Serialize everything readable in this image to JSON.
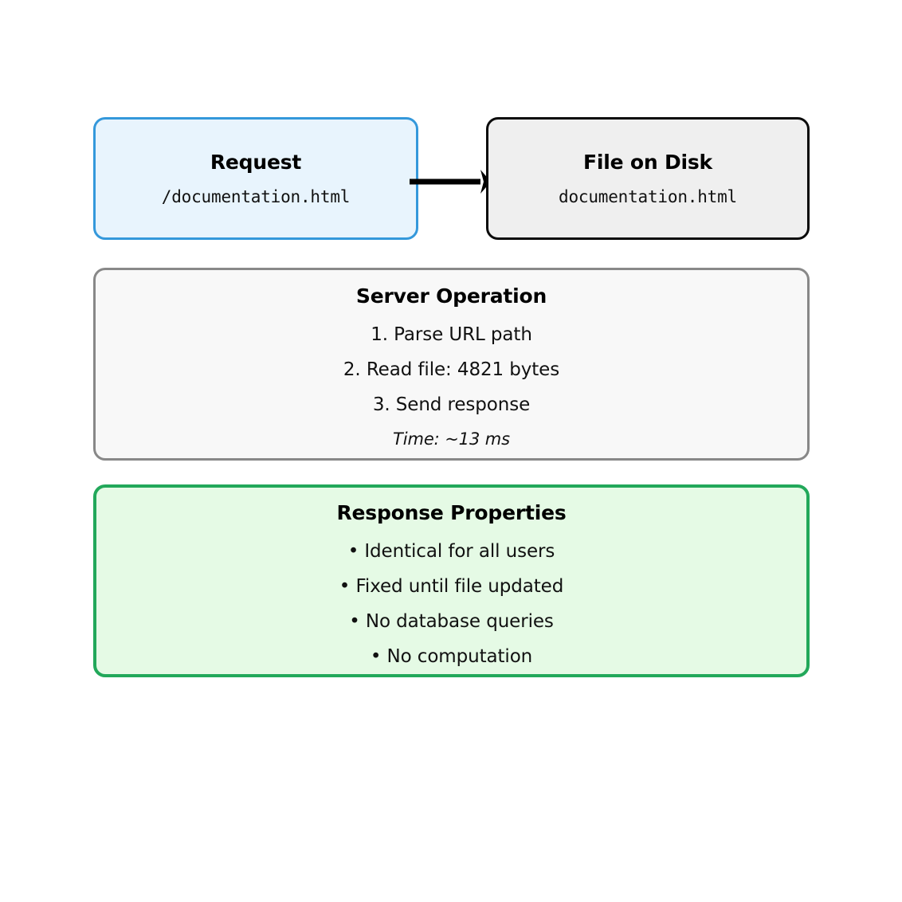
{
  "diagram": {
    "nodes": [
      {
        "id": "request",
        "title": "Request",
        "subtitle": "/documentation.html",
        "border_color": "#3498db",
        "fill_color": "#e8f4fd"
      },
      {
        "id": "file-on-disk",
        "title": "File on Disk",
        "subtitle": "documentation.html",
        "border_color": "#0a0a0a",
        "fill_color": "#efefef"
      }
    ],
    "arrow": {
      "name": "request-to-file-arrow",
      "from": "request",
      "to": "file-on-disk",
      "color": "#000000"
    },
    "panels": [
      {
        "id": "server-operation",
        "title": "Server Operation",
        "border_color": "#888888",
        "fill_color": "#f8f8f8",
        "lines": [
          "1. Parse URL path",
          "2. Read file: 4821 bytes",
          "3. Send response"
        ],
        "note": "Time: ~13 ms"
      },
      {
        "id": "response-properties",
        "title": "Response Properties",
        "border_color": "#22a85a",
        "fill_color": "#e5fae5",
        "lines": [
          "• Identical for all users",
          "• Fixed until file updated",
          "• No database queries",
          "• No computation"
        ]
      }
    ]
  }
}
